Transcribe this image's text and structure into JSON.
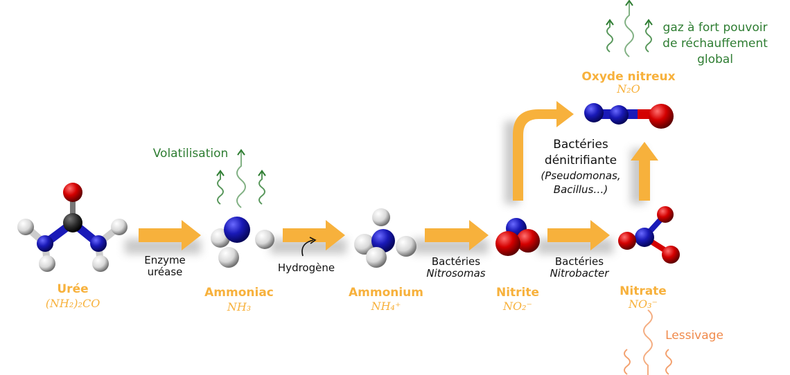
{
  "colors": {
    "arrow": "#f7b13c",
    "label": "#f7b13c",
    "green": "#2e7d32",
    "orange": "#f08a4b",
    "nitrogen": "#1a1ab8",
    "oxygen": "#d40000",
    "hydrogen": "#e8e8e8",
    "carbon": "#2a2a2a"
  },
  "compounds": {
    "uree": {
      "name": "Urée",
      "formula": "(NH₂)₂CO"
    },
    "ammoniac": {
      "name": "Ammoniac",
      "formula": "NH₃"
    },
    "ammonium": {
      "name": "Ammonium",
      "formula": "NH₄⁺"
    },
    "nitrite": {
      "name": "Nitrite",
      "formula": "NO₂⁻"
    },
    "nitrate": {
      "name": "Nitrate",
      "formula": "NO₃⁻"
    },
    "oxyde": {
      "name": "Oxyde nitreux",
      "formula": "N₂O"
    }
  },
  "steps": {
    "enzyme": {
      "line1": "Enzyme",
      "line2": "uréase"
    },
    "hydrogene": "Hydrogène",
    "nitrosomas": {
      "line1": "Bactéries",
      "line2": "Nitrosomas"
    },
    "nitrobacter": {
      "line1": "Bactéries",
      "line2": "Nitrobacter"
    },
    "denitrif": {
      "line1": "Bactéries",
      "line2": "dénitrifiante",
      "line3": "(Pseudomonas,",
      "line4": "Bacillus…)"
    }
  },
  "annotations": {
    "volatilisation": "Volatilisation",
    "gaz": {
      "line1": "gaz à fort pouvoir",
      "line2": "de réchauffement",
      "line3": "global"
    },
    "lessivage": "Lessivage"
  }
}
